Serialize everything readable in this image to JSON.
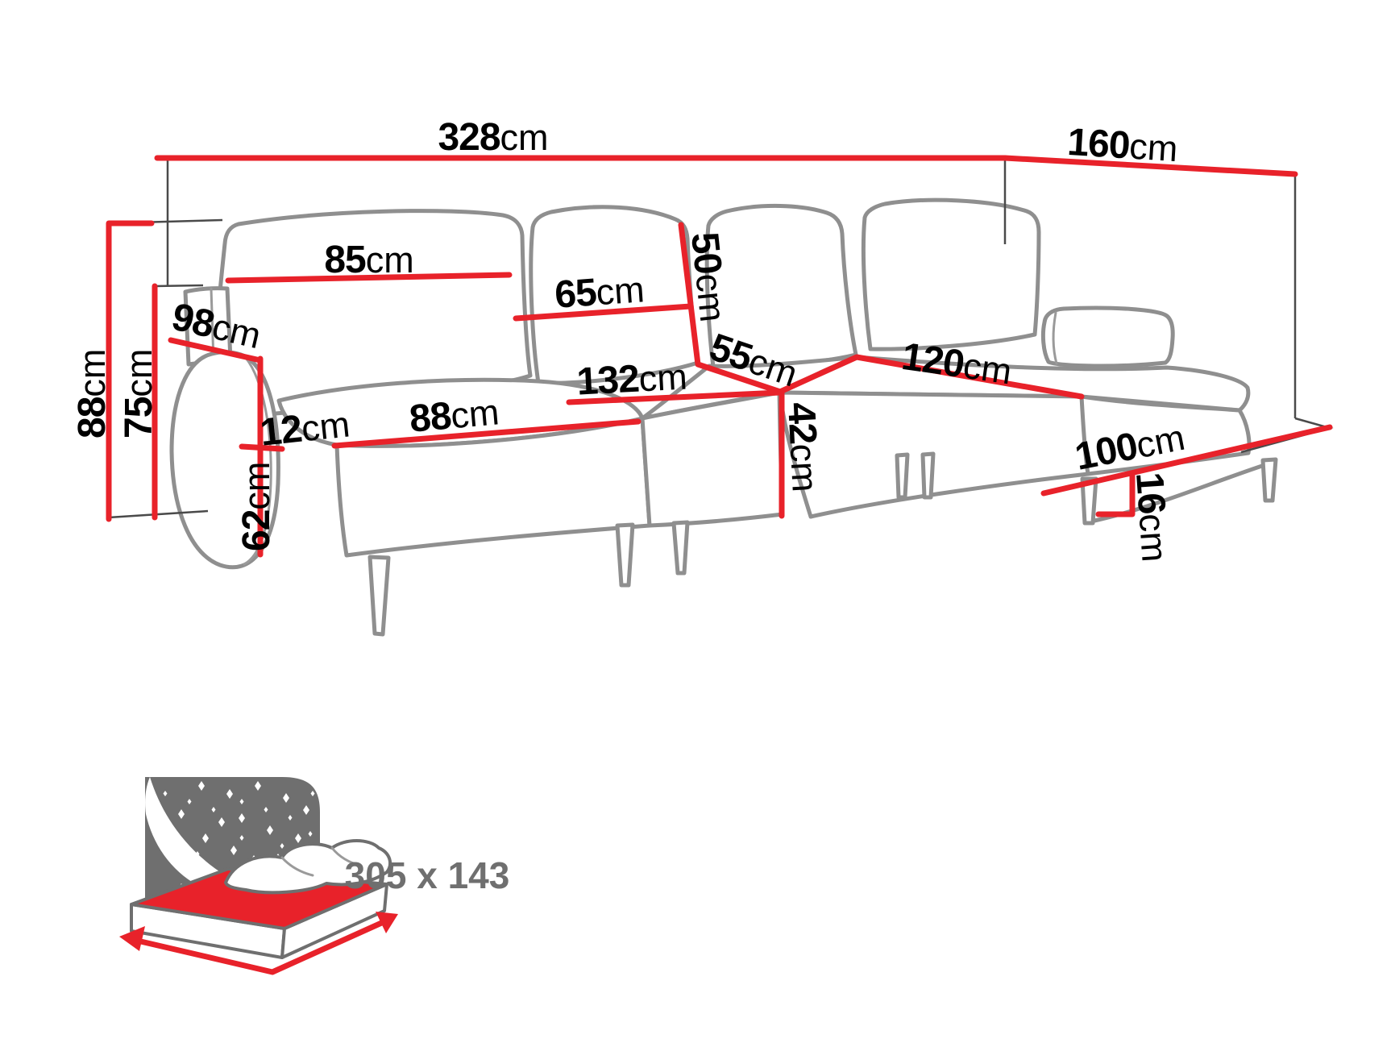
{
  "colors": {
    "dimension_red": "#e8222a",
    "sofa_outline_gray": "#8f8f8f",
    "extension_line_gray": "#4a4a4a",
    "label_black": "#000000",
    "icon_gray": "#6f6f6f",
    "background": "#ffffff"
  },
  "dimensions": {
    "overall_width": {
      "value": "328",
      "unit": "cm"
    },
    "right_section_depth": {
      "value": "160",
      "unit": "cm"
    },
    "overall_height": {
      "value": "88",
      "unit": "cm"
    },
    "backrest_height": {
      "value": "75",
      "unit": "cm"
    },
    "left_back_cushion_width": {
      "value": "85",
      "unit": "cm"
    },
    "middle_back_cushion_width": {
      "value": "65",
      "unit": "cm"
    },
    "armrest_depth": {
      "value": "98",
      "unit": "cm"
    },
    "back_cushion_height": {
      "value": "50",
      "unit": "cm"
    },
    "seat_depth": {
      "value": "55",
      "unit": "cm"
    },
    "middle_seat_width": {
      "value": "132",
      "unit": "cm"
    },
    "right_chaise_depth": {
      "value": "120",
      "unit": "cm"
    },
    "seat_height": {
      "value": "42",
      "unit": "cm"
    },
    "left_chaise_seat_width": {
      "value": "88",
      "unit": "cm"
    },
    "armrest_width": {
      "value": "12",
      "unit": "cm"
    },
    "armrest_height": {
      "value": "62",
      "unit": "cm"
    },
    "right_chaise_seat_width": {
      "value": "100",
      "unit": "cm"
    },
    "leg_height": {
      "value": "16",
      "unit": "cm"
    }
  },
  "sleeping_function": {
    "bed_size_label": "305 x 143"
  }
}
